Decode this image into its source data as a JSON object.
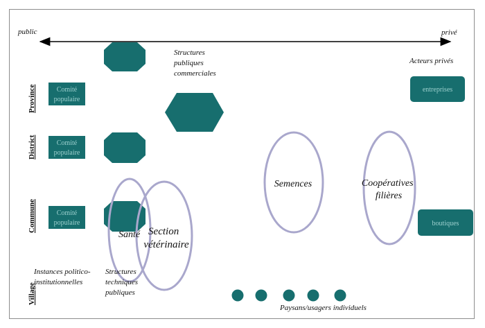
{
  "axis": {
    "left_label": "public",
    "right_label": "privé"
  },
  "levels": [
    "Province",
    "District",
    "Commune",
    "Village"
  ],
  "box_label": "Comité populaire",
  "box_lines": [
    "Comité",
    "populaire"
  ],
  "groups": {
    "commercial": [
      "Structures",
      "publiques",
      "commerciales"
    ],
    "private_actors": "Acteurs privés",
    "political": [
      "Instances politico-",
      "institutionnelles"
    ],
    "technical": [
      "Structures",
      "techniques",
      "publiques"
    ],
    "farmers": "Paysans/usagers individuels"
  },
  "private_boxes": {
    "entreprises": "entreprises",
    "boutiques": "boutiques"
  },
  "ellipses": {
    "sante": "Santé",
    "veterinaire": [
      "Section",
      "vétérinaire"
    ],
    "semences": "Semences",
    "cooperatives": [
      "Coopératives",
      "filières"
    ]
  },
  "colors": {
    "teal": "#176e6e",
    "lavender": "#a9a7cc",
    "box_text": "#9ed1cf"
  }
}
